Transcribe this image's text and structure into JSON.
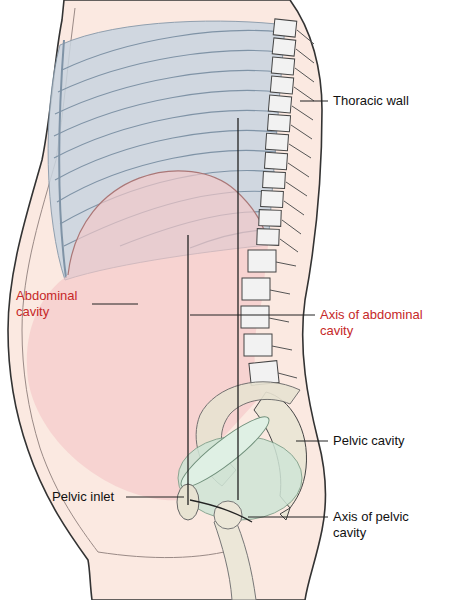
{
  "diagram": {
    "labels": [
      "Thoracic wall",
      "Abdominal cavity",
      "Axis of abdominal cavity",
      "Pelvic cavity",
      "Pelvic inlet",
      "Axis of pelvic cavity"
    ]
  }
}
